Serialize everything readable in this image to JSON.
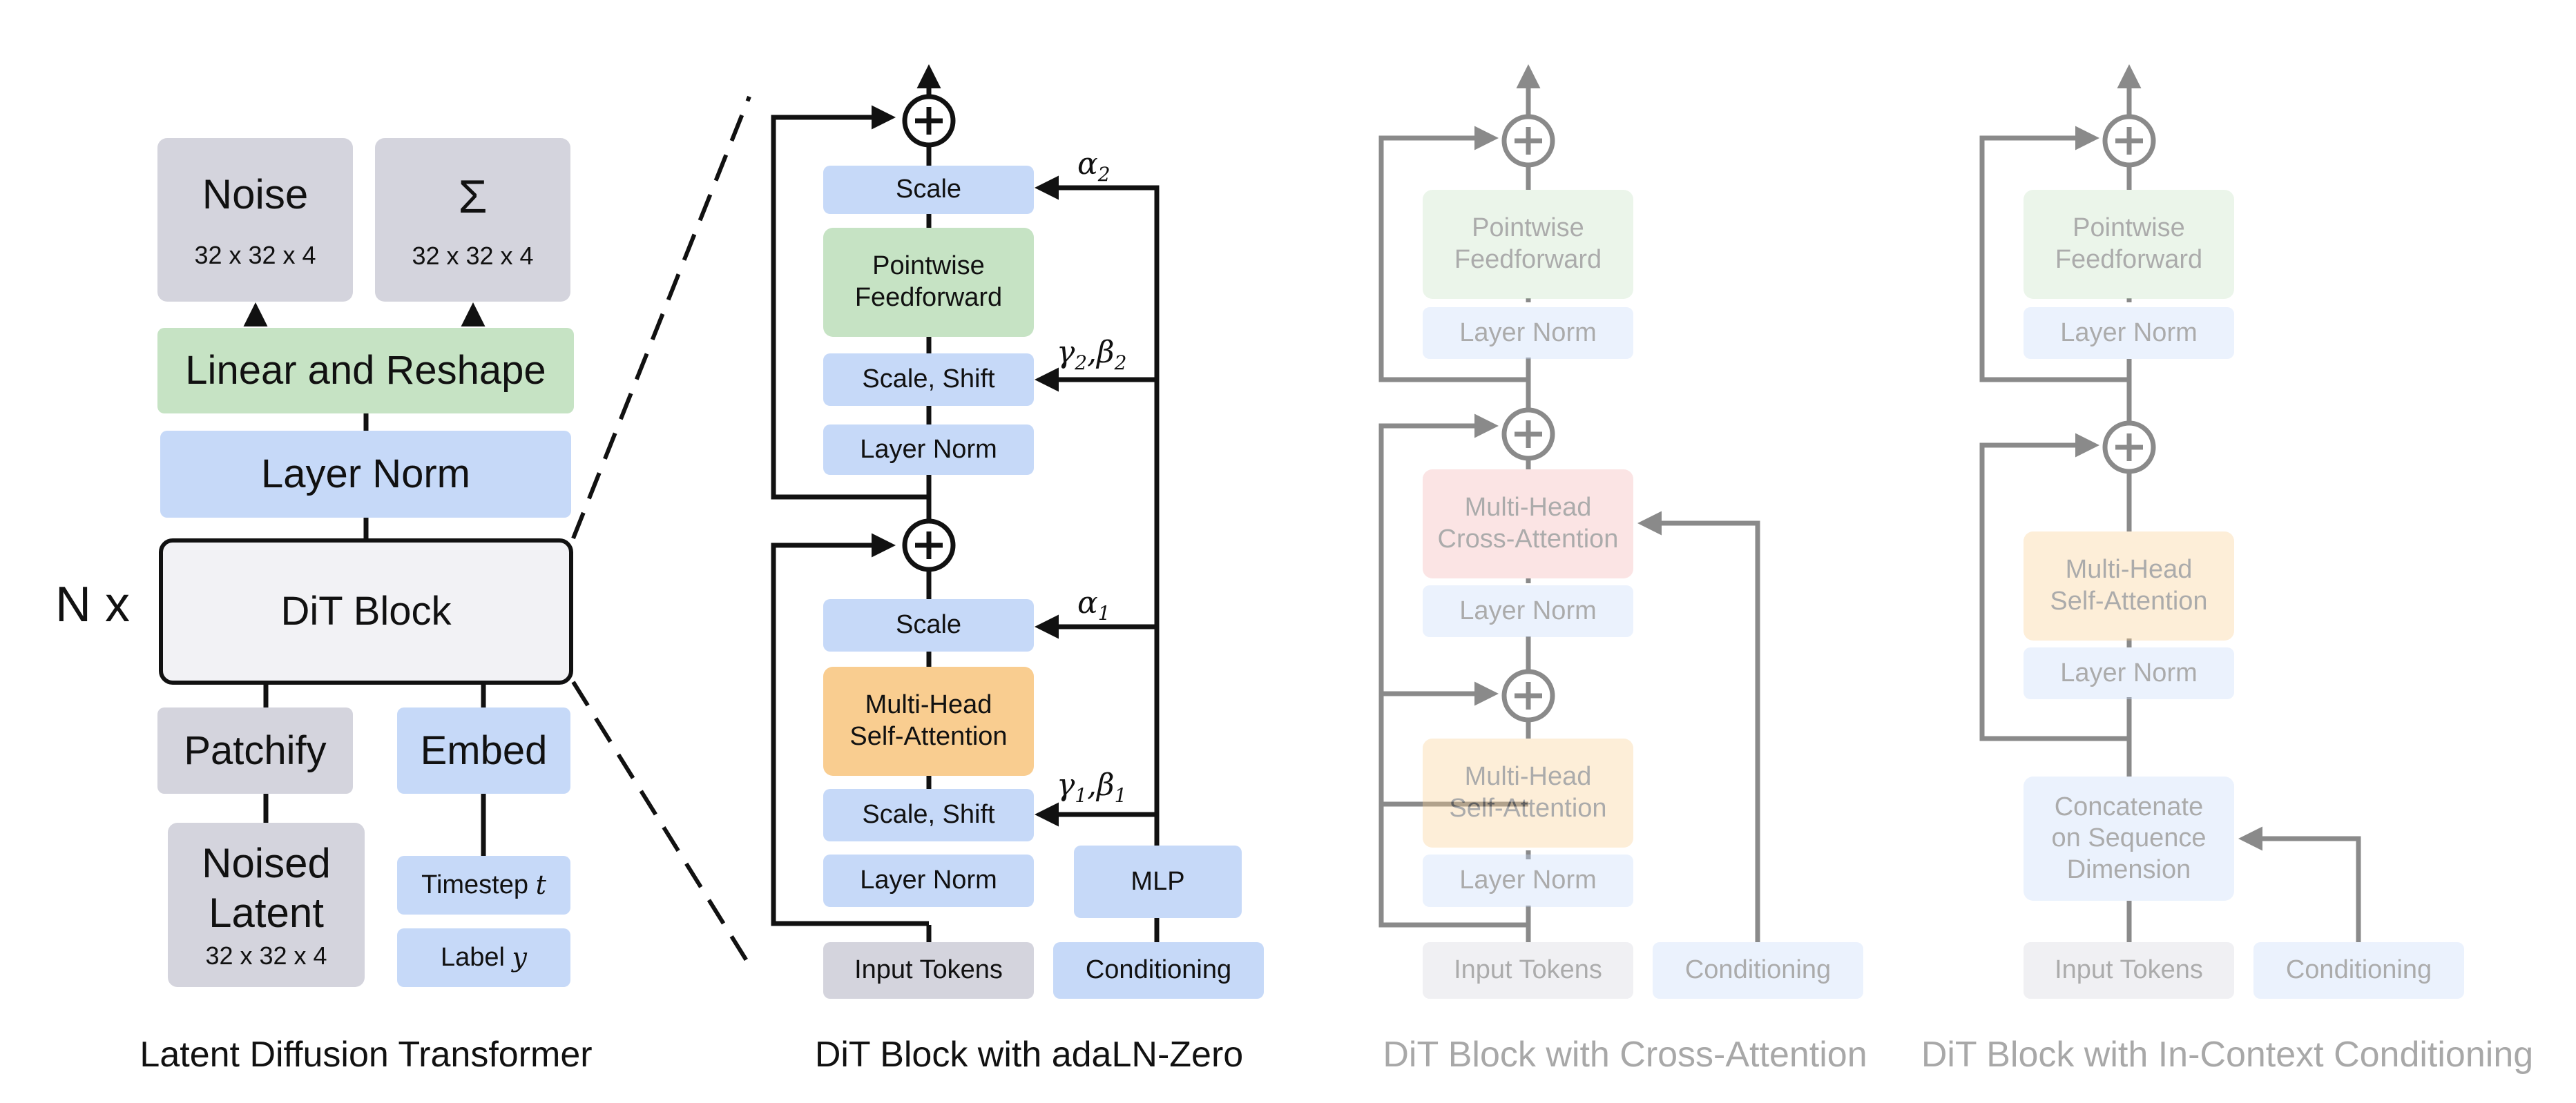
{
  "colors": {
    "gray_block": "#d4d4dd",
    "blue_block": "#c6d9f8",
    "green_block": "#c6e3c4",
    "orange_block": "#f9cd90",
    "red_block": "#f4b3b3",
    "faded_line": "#8a8a8a"
  },
  "left": {
    "noise_title": "Noise",
    "noise_dims": "32 x 32 x 4",
    "sigma_title": "Σ",
    "sigma_dims": "32 x 32 x 4",
    "linear_reshape": "Linear and Reshape",
    "layer_norm": "Layer Norm",
    "n_x": "N x",
    "dit_block": "DiT Block",
    "patchify": "Patchify",
    "embed": "Embed",
    "noised_latent_line1": "Noised",
    "noised_latent_line2": "Latent",
    "noised_latent_dims": "32 x 32 x 4",
    "timestep": "Timestep",
    "timestep_var": "t",
    "label": "Label",
    "label_var": "y",
    "caption": "Latent Diffusion Transformer"
  },
  "adaln": {
    "scale_top": "Scale",
    "ff_line1": "Pointwise",
    "ff_line2": "Feedforward",
    "scale_shift_top": "Scale, Shift",
    "layer_norm_top": "Layer Norm",
    "scale_bottom": "Scale",
    "attn_line1": "Multi-Head",
    "attn_line2": "Self-Attention",
    "scale_shift_bottom": "Scale, Shift",
    "layer_norm_bottom": "Layer Norm",
    "mlp": "MLP",
    "input_tokens": "Input Tokens",
    "conditioning": "Conditioning",
    "alpha2": "α",
    "alpha2_sub": "2",
    "gamma2": "γ",
    "gamma2_sub": "2",
    "beta2": "β",
    "beta2_sub": "2",
    "alpha1": "α",
    "alpha1_sub": "1",
    "gamma1": "γ",
    "gamma1_sub": "1",
    "beta1": "β",
    "beta1_sub": "1",
    "caption": "DiT Block with adaLN-Zero"
  },
  "cross": {
    "ff_line1": "Pointwise",
    "ff_line2": "Feedforward",
    "layer_norm_1": "Layer Norm",
    "ca_line1": "Multi-Head",
    "ca_line2": "Cross-Attention",
    "layer_norm_2": "Layer Norm",
    "sa_line1": "Multi-Head",
    "sa_line2": "Self-Attention",
    "layer_norm_3": "Layer Norm",
    "input_tokens": "Input Tokens",
    "conditioning": "Conditioning",
    "caption": "DiT Block with Cross-Attention"
  },
  "incontext": {
    "ff_line1": "Pointwise",
    "ff_line2": "Feedforward",
    "layer_norm_1": "Layer Norm",
    "sa_line1": "Multi-Head",
    "sa_line2": "Self-Attention",
    "layer_norm_2": "Layer Norm",
    "concat_line1": "Concatenate",
    "concat_line2": "on Sequence",
    "concat_line3": "Dimension",
    "input_tokens": "Input Tokens",
    "conditioning": "Conditioning",
    "caption": "DiT Block with In-Context Conditioning"
  }
}
